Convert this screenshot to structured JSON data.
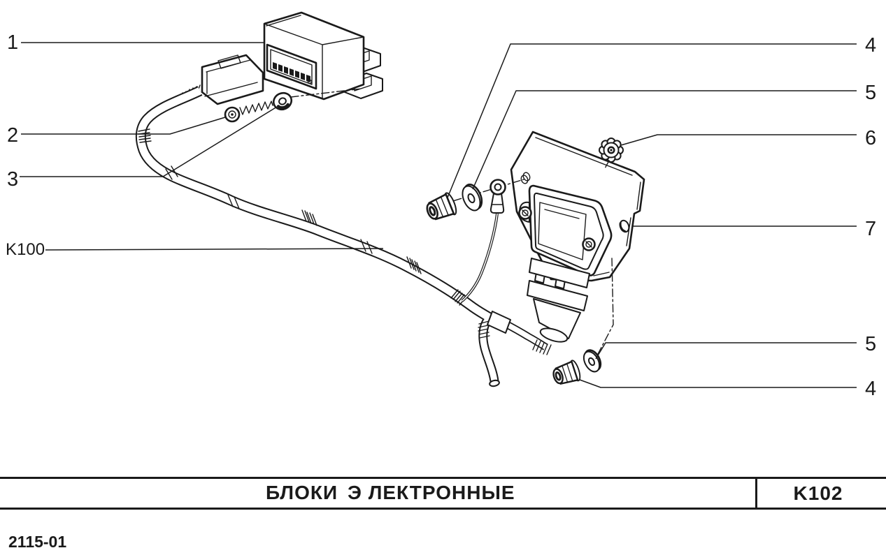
{
  "diagram": {
    "callouts": {
      "left": {
        "c1": "1",
        "c2": "2",
        "c3": "3"
      },
      "right": {
        "c4_top": "4",
        "c5_top": "5",
        "c6": "6",
        "c7": "7",
        "c5_bottom": "5",
        "c4_bottom": "4"
      },
      "harness_code": "K100"
    },
    "title_block": {
      "section_word1": "БЛОКИ",
      "section_word2": "Э ЛЕКТРОННЫЕ",
      "page_code": "K102"
    },
    "footer": {
      "sheet_code": "2115-01"
    },
    "colors": {
      "ink": "#1a1a1a",
      "paper": "#ffffff"
    }
  }
}
